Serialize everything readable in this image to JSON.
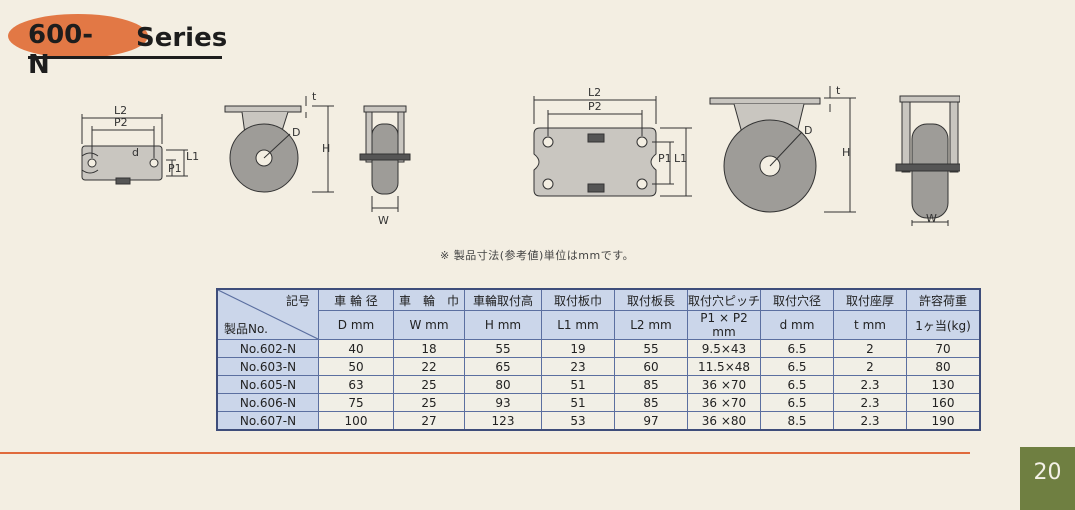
{
  "header": {
    "model": "600-N",
    "series": "Series"
  },
  "drawing_labels": {
    "small": {
      "l2": "L2",
      "p2": "P2",
      "d": "d",
      "l1": "L1",
      "p1": "P1",
      "t": "t",
      "D": "D",
      "H": "H",
      "W": "W"
    },
    "large": {
      "l2": "L2",
      "p2": "P2",
      "p1": "P1",
      "l1": "L1",
      "t": "t",
      "D": "D",
      "H": "H",
      "W": "W"
    }
  },
  "note": "※ 製品寸法(参考値)単位はmmです。",
  "table": {
    "corner_top": "記号",
    "corner_bottom": "製品No.",
    "headers": [
      {
        "top": "車 輪 径",
        "bottom": "D mm"
      },
      {
        "top": "車　輪　巾",
        "bottom": "W mm"
      },
      {
        "top": "車輪取付高",
        "bottom": "H mm"
      },
      {
        "top": "取付板巾",
        "bottom": "L1 mm"
      },
      {
        "top": "取付板長",
        "bottom": "L2 mm"
      },
      {
        "top": "取付穴ピッチ",
        "bottom": "P1 × P2 mm"
      },
      {
        "top": "取付穴径",
        "bottom": "d mm"
      },
      {
        "top": "取付座厚",
        "bottom": "t mm"
      },
      {
        "top": "許容荷重",
        "bottom": "1ヶ当(kg)"
      }
    ],
    "rows": [
      [
        "No.602-N",
        "40",
        "18",
        "55",
        "19",
        "55",
        "9.5×43",
        "6.5",
        "2",
        "70"
      ],
      [
        "No.603-N",
        "50",
        "22",
        "65",
        "23",
        "60",
        "11.5×48",
        "6.5",
        "2",
        "80"
      ],
      [
        "No.605-N",
        "63",
        "25",
        "80",
        "51",
        "85",
        "36 ×70",
        "6.5",
        "2.3",
        "130"
      ],
      [
        "No.606-N",
        "75",
        "25",
        "93",
        "51",
        "85",
        "36 ×70",
        "6.5",
        "2.3",
        "160"
      ],
      [
        "No.607-N",
        "100",
        "27",
        "123",
        "53",
        "97",
        "36 ×80",
        "8.5",
        "2.3",
        "190"
      ]
    ]
  },
  "page_number": "20",
  "colors": {
    "accent": "#e27845",
    "table_header": "#cbd6ea",
    "page_box": "#6f7f41"
  }
}
